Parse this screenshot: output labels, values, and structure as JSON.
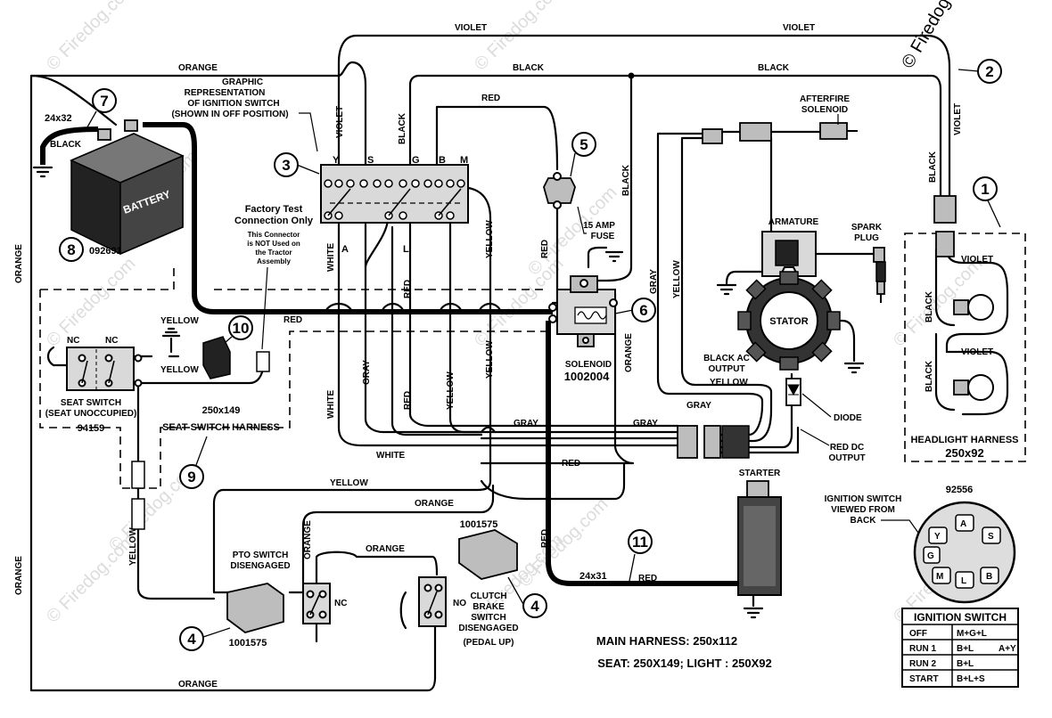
{
  "watermark": "© Firedog.com",
  "callouts": {
    "n1": "1",
    "n2": "2",
    "n3": "3",
    "n4a": "4",
    "n4b": "4",
    "n5": "5",
    "n6": "6",
    "n7": "7",
    "n8": "8",
    "n9": "9",
    "n10": "10",
    "n11": "11"
  },
  "labels": {
    "graphic_note": [
      "GRAPHIC",
      "REPRESENTATION",
      "OF IGNITION SWITCH",
      "(SHOWN IN OFF POSITION)"
    ],
    "factory_test": [
      "Factory Test",
      "Connection Only"
    ],
    "not_used_note": [
      "This Connector",
      "is NOT Used on",
      "the Tractor",
      "Assembly"
    ],
    "battery": "BATTERY",
    "battery_size": "24x32",
    "battery_part": "092691",
    "afterfire": [
      "AFTERFIRE",
      "SOLENOID"
    ],
    "armature": "ARMATURE",
    "spark_plug": [
      "SPARK",
      "PLUG"
    ],
    "stator": "STATOR",
    "black_ac": [
      "BLACK AC",
      "OUTPUT"
    ],
    "diode": "DIODE",
    "red_dc": [
      "RED DC",
      "OUTPUT"
    ],
    "fuse": [
      "15 AMP",
      "FUSE"
    ],
    "solenoid": "SOLENOID",
    "solenoid_part": "1002004",
    "seat_switch": [
      "SEAT SWITCH",
      "(SEAT UNOCCUPIED)"
    ],
    "seat_part": "94159",
    "seat_harness_size": "250x149",
    "seat_harness": "SEAT SWITCH HARNESS",
    "headlight_harness": "HEADLIGHT HARNESS",
    "headlight_size": "250x92",
    "starter": "STARTER",
    "pto_switch": [
      "PTO SWITCH",
      "DISENGAGED"
    ],
    "pto_part": "1001575",
    "clutch_part": "1001575",
    "clutch_switch": [
      "CLUTCH",
      "BRAKE",
      "SWITCH",
      "DISENGAGED",
      "(PEDAL UP)"
    ],
    "cable_size": "24x31",
    "ign_view": [
      "IGNITION SWITCH",
      "VIEWED FROM",
      "BACK"
    ],
    "ign_part": "92556",
    "main_harness": "MAIN HARNESS: 250x112",
    "seat_light": "SEAT: 250X149;    LIGHT : 250X92",
    "nc": "NC",
    "no": "NO",
    "terminals": [
      "Y",
      "S",
      "G",
      "B",
      "M",
      "A",
      "L"
    ]
  },
  "wire_colors": {
    "violet": "VIOLET",
    "orange": "ORANGE",
    "black": "BLACK",
    "red": "RED",
    "white": "WHITE",
    "yellow": "YELLOW",
    "gray": "GRAY"
  },
  "ignition_table": {
    "title": "IGNITION SWITCH",
    "rows": [
      {
        "pos": "OFF",
        "c1": "M+G+L",
        "c2": ""
      },
      {
        "pos": "RUN 1",
        "c1": "B+L",
        "c2": "A+Y"
      },
      {
        "pos": "RUN 2",
        "c1": "B+L",
        "c2": ""
      },
      {
        "pos": "START",
        "c1": "B+L+S",
        "c2": ""
      }
    ]
  }
}
